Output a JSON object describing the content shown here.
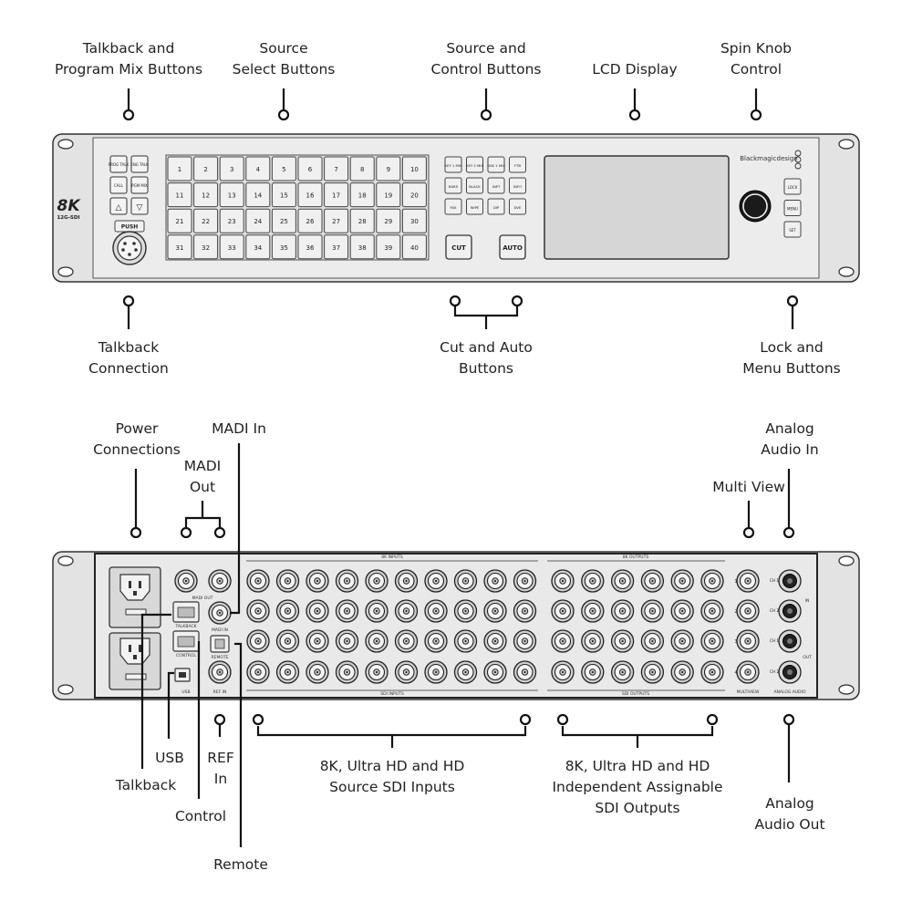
{
  "callouts_top": {
    "talkback_program": [
      "Talkback and",
      "Program Mix Buttons"
    ],
    "source_select": [
      "Source",
      "Select Buttons"
    ],
    "source_control": [
      "Source and",
      "Control  Buttons"
    ],
    "lcd_display": [
      "LCD Display"
    ],
    "spin_knob": [
      "Spin Knob",
      "Control"
    ],
    "talkback_connection": [
      "Talkback",
      "Connection"
    ],
    "cut_auto": [
      "Cut and Auto",
      "Buttons"
    ],
    "lock_menu": [
      "Lock and",
      "Menu Buttons"
    ]
  },
  "callouts_rear": {
    "power": [
      "Power",
      "Connections"
    ],
    "madi_in": [
      "MADI In"
    ],
    "madi_out": [
      "MADI",
      "Out"
    ],
    "analog_in": [
      "Analog",
      "Audio In"
    ],
    "multi_view": [
      "Multi View"
    ],
    "usb": [
      "USB"
    ],
    "ref_in": [
      "REF",
      "In"
    ],
    "talkback": [
      "Talkback"
    ],
    "control": [
      "Control"
    ],
    "remote": [
      "Remote"
    ],
    "sdi_inputs": [
      "8K, Ultra HD and HD",
      "Source SDI Inputs"
    ],
    "sdi_outputs": [
      "8K, Ultra HD and HD",
      "Independent Assignable",
      "SDI Outputs"
    ],
    "analog_out": [
      "Analog",
      "Audio Out"
    ]
  },
  "front_panel": {
    "logo": "8K",
    "logo_sub": "12G-SDI",
    "brand": "Blackmagicdesign",
    "push_label": "PUSH",
    "left_buttons": [
      "PROG TALK",
      "ENG TALK",
      "CALL",
      "PGM MIX",
      "△",
      "▽"
    ],
    "source_buttons": [
      "1",
      "2",
      "3",
      "4",
      "5",
      "6",
      "7",
      "8",
      "9",
      "10",
      "11",
      "12",
      "13",
      "14",
      "15",
      "16",
      "17",
      "18",
      "19",
      "20",
      "21",
      "22",
      "23",
      "24",
      "25",
      "26",
      "27",
      "28",
      "29",
      "30",
      "31",
      "32",
      "33",
      "34",
      "35",
      "36",
      "37",
      "38",
      "39",
      "40"
    ],
    "control_buttons": [
      "KEY 1 MIX",
      "KEY 2 MIX",
      "DSK 1 MIX",
      "FTB",
      "BARS",
      "BLACK",
      "INPT",
      "INFO",
      "MIX",
      "WIPE",
      "DIP",
      "DVE"
    ],
    "cut_label": "CUT",
    "auto_label": "AUTO",
    "side_buttons": [
      "LOCK",
      "MENU",
      "SET"
    ]
  },
  "rear_panel": {
    "in_header": "8K INPUTS",
    "out_header": "8K OUTPUTS",
    "in_footer": "SDI INPUTS",
    "out_footer": "SDI OUTPUTS",
    "talkback_tag": "TALKBACK",
    "control_tag": "CONTROL",
    "usb_tag": "USB",
    "madi_out_tag": "MADI OUT",
    "madi_in_tag": "MADI IN",
    "remote_tag": "REMOTE",
    "ref_tag": "REF IN",
    "multiview_tag": "MULTIVIEW",
    "analog_tag": "ANALOG AUDIO",
    "in_tag": "IN",
    "out_tag": "OUT",
    "channel_tags": [
      "CH 1",
      "CH 2",
      "CH 1",
      "CH 2"
    ],
    "multiview_numbers": [
      "1",
      "2",
      "3",
      "4"
    ]
  }
}
